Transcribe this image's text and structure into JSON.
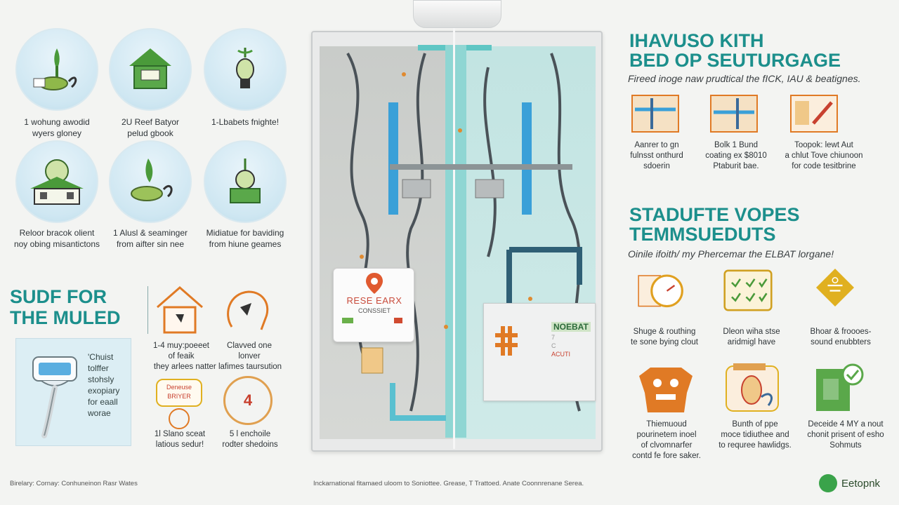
{
  "left_grid": [
    {
      "caption_1": "1 wohung awodid",
      "caption_2": "wyers gloney",
      "icon": "plant-coin-icon"
    },
    {
      "caption_1": "2U Reef Batyor",
      "caption_2": "pelud gbook",
      "icon": "house-icon"
    },
    {
      "caption_1": "1-Lbabets fnighte!",
      "caption_2": "",
      "icon": "bulb-icon"
    },
    {
      "caption_1": "Reloor bracok olient",
      "caption_2": "noy obing misantictons",
      "icon": "house-gauge-icon"
    },
    {
      "caption_1": "1 Alusl & seaminger",
      "caption_2": "from aifter sin nee",
      "icon": "plant-coin-icon"
    },
    {
      "caption_1": "Midiatue for baviding",
      "caption_2": "from hiune geames",
      "icon": "bulb-icon"
    }
  ],
  "left_section": {
    "heading_1": "SUDF FOR",
    "heading_2": "THE MULED",
    "device_text": [
      "'Chuist",
      "tolffer",
      "stohsly",
      "exopiary",
      "for eaall",
      "worae"
    ],
    "items": [
      {
        "caption_1": "1-4 muy:poeeet",
        "caption_2": "of feaik",
        "icon": "house-outline-icon"
      },
      {
        "caption_1": "Clavved one",
        "caption_2": "lonver",
        "icon": "head-icon"
      },
      {
        "caption_wide": "they arlees natter lafimes taursution"
      },
      {
        "badge_1": "Deneuse",
        "badge_2": "BRIYER",
        "caption_1": "1l Slano sceat",
        "caption_2": "latious sedur!",
        "icon": "badge-icon"
      },
      {
        "badge": "4",
        "caption_1": "5 l enchoile",
        "caption_2": "rodter shedoins",
        "icon": "ring-icon"
      }
    ]
  },
  "center": {
    "gauge_title": "RESE    EARX",
    "gauge_sub": "CONSSIET",
    "ctrl_label": "NOEBAT",
    "ctrl_sub_1": "7",
    "ctrl_sub_2": "C",
    "ctrl_red": "ACUTI"
  },
  "right_top": {
    "heading_1": "IHAVUSO KITH",
    "heading_2": "BED OP SEUTURGAGE",
    "subtitle": "Fireed inoge naw prudtical the fICK, IAU & beatignes.",
    "items": [
      {
        "caption_1": "Aanrer to gn",
        "caption_2": "fulnsst onthurd",
        "caption_3": "sdoerin",
        "icon": "pipes-icon"
      },
      {
        "caption_1": "Bolk 1 Bund",
        "caption_2": "coating ex $8010",
        "caption_3": "Ptaburit bae.",
        "icon": "pipes-icon"
      },
      {
        "caption_1": "Toopok: lewt Aut",
        "caption_2": "a chlut Tove chiunoon",
        "caption_3": "for code tesitbrine",
        "icon": "tool-icon"
      }
    ]
  },
  "right_mid": {
    "heading_1": "STADUFTE VOPES",
    "heading_2": "TEMMSUEDUTS",
    "subtitle": "Oinile ifoith/ my Phercemar the ELBAT lorgane!",
    "items": [
      {
        "caption_1": "Shuge & routhing",
        "caption_2": "te sone bying clout",
        "icon": "gauge-icon"
      },
      {
        "caption_1": "Dleon wiha stse",
        "caption_2": "aridmigl have",
        "icon": "checklist-icon"
      },
      {
        "caption_1": "Bhoar & froooes-",
        "caption_2": "sound enubbters",
        "icon": "warning-icon"
      }
    ]
  },
  "right_bottom": [
    {
      "caption_1": "Thiemuoud",
      "caption_2": "pourinetem inoel",
      "caption_3": "of clvomnarfer",
      "caption_4": "contd fe fore saker.",
      "icon": "robot-icon"
    },
    {
      "caption_1": "Bunth of ppe",
      "caption_2": "moce tidiuthee and",
      "caption_3": "to requree hawlidgs.",
      "icon": "scanner-icon"
    },
    {
      "caption_1": "Deceide 4 MY a nout",
      "caption_2": "chonit prisent of esho",
      "caption_3": "Sohmuts",
      "icon": "phone-check-icon"
    }
  ],
  "footer": {
    "left": "Birelary: Cornay: Conhuneinon Rasr Wates",
    "center": "Inckarnational fitamaed uloom to Soniottee. Grease, T Trattoed. Anate Coonnrenane Serea.",
    "brand": "Eetopnk"
  },
  "colors": {
    "teal": "#1c8f8c",
    "green": "#4a9a3a",
    "orange": "#e07a25",
    "yellow": "#e0b020"
  }
}
